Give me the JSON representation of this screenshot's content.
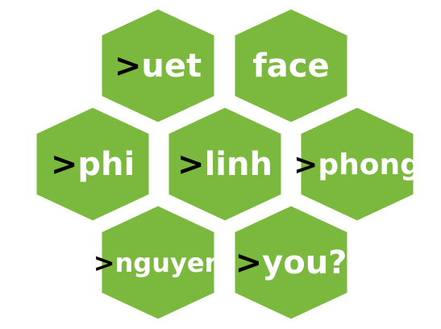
{
  "colors": {
    "hex_fill": "#7ab83e",
    "text": "#ffffff",
    "prefix": "#000000",
    "background": "#ffffff"
  },
  "tiles": [
    {
      "prefix": ">",
      "word": "uet"
    },
    {
      "prefix": "",
      "word": "face"
    },
    {
      "prefix": ">",
      "word": "phi"
    },
    {
      "prefix": ">",
      "word": "linh"
    },
    {
      "prefix": ">",
      "word": "phong"
    },
    {
      "prefix": ">",
      "word": "nguyen"
    },
    {
      "prefix": ">",
      "word": "you?"
    }
  ]
}
